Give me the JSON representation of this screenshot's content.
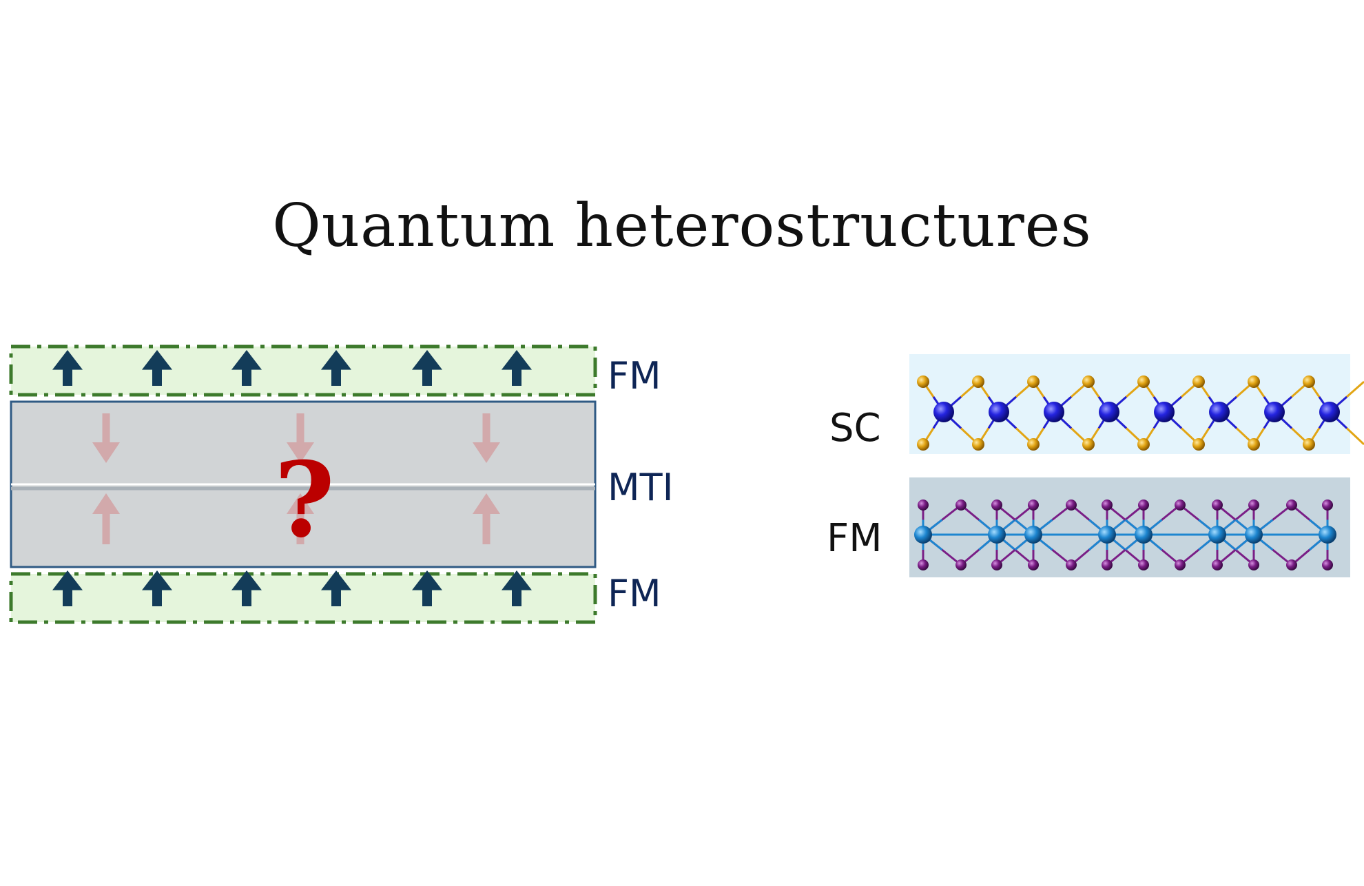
{
  "title": "Quantum heterostructures",
  "labels": {
    "fm_top": "FM",
    "mti": "MTI",
    "fm_bottom": "FM",
    "question": "?",
    "sc": "SC",
    "fm_right": "FM"
  },
  "colors": {
    "fm_fill": "#e5f5dc",
    "fm_border": "#3d7a2c",
    "fm_arrow": "#133c59",
    "mti_fill": "#d1d4d6",
    "mti_border": "#2f5a84",
    "pink_arrow": "#d2a9ab",
    "question": "#bb0000",
    "label_blue": "#0e2555",
    "sc_bg": "#e4f4fc",
    "fm_crystal_bg": "#c6d5de",
    "chalcogen_gold": "#e2a514",
    "metal_blue": "#2020d8",
    "halide_purple": "#7a1e86",
    "metal_cyan": "#1d86d0"
  },
  "icons": [
    "up-arrow-icon",
    "down-arrow-icon",
    "question-mark-icon",
    "atom-ball-icon"
  ]
}
